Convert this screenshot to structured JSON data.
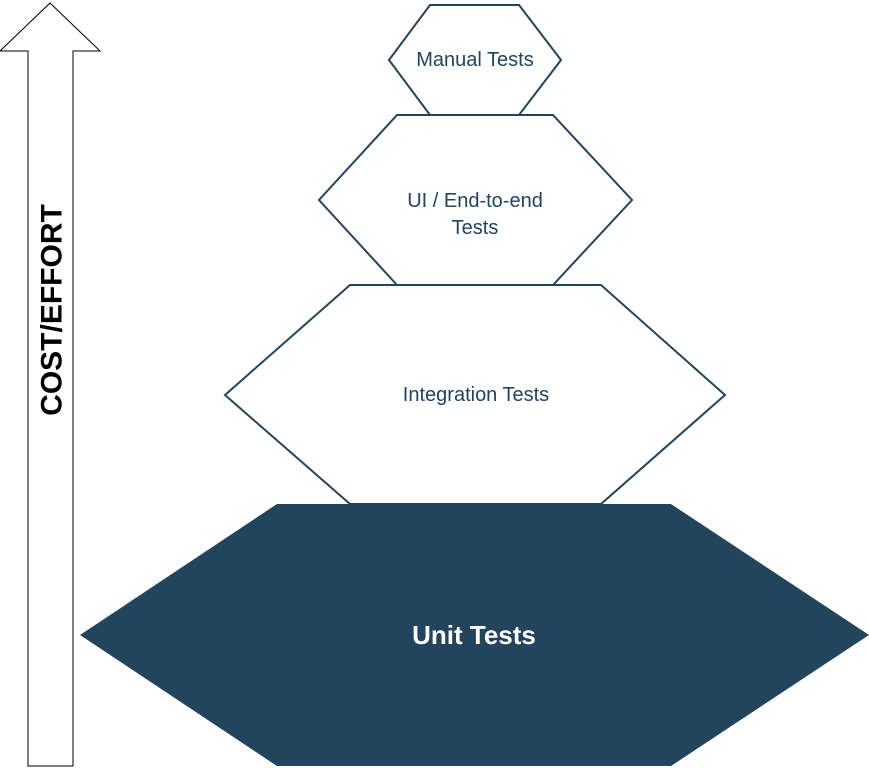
{
  "axis": {
    "label": "COST/EFFORT"
  },
  "levels": {
    "manual": {
      "label": "Manual Tests"
    },
    "ui": {
      "line1": "UI / End-to-end",
      "line2": "Tests"
    },
    "integration": {
      "label": "Integration Tests"
    },
    "unit": {
      "label": "Unit Tests"
    }
  },
  "colors": {
    "accent": "#23445d",
    "background": "#ffffff",
    "arrow_stroke": "#000000"
  }
}
